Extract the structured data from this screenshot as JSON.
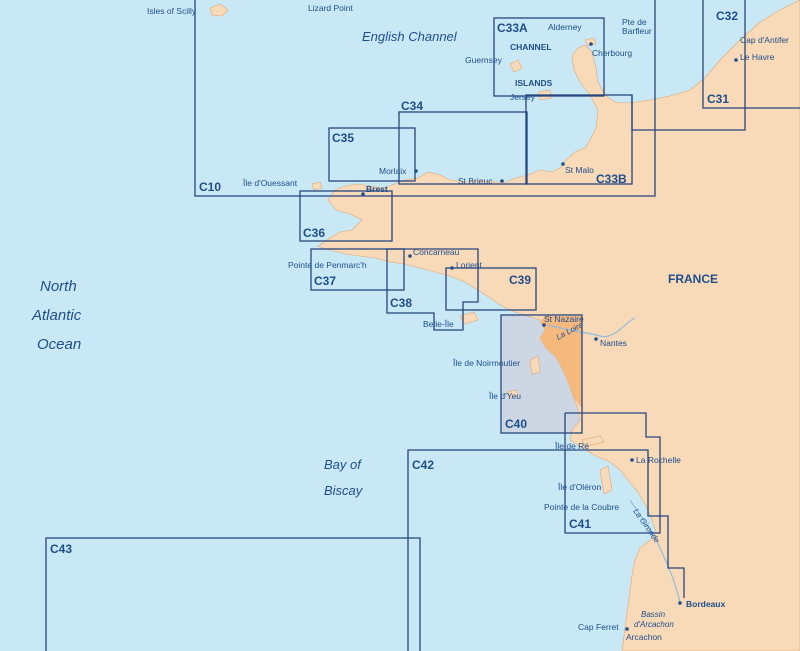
{
  "sea_labels": {
    "english_channel": "English Channel",
    "north_atlantic_1": "North",
    "north_atlantic_2": "Atlantic",
    "north_atlantic_3": "Ocean",
    "bay_of_biscay_1": "Bay of",
    "bay_of_biscay_2": "Biscay"
  },
  "country": "FRANCE",
  "regions": {
    "channel": "CHANNEL",
    "islands": "ISLANDS"
  },
  "places": {
    "isles_of_scilly": "Isles of Scilly",
    "lizard_point": "Lizard Point",
    "alderney": "Alderney",
    "pte_de_barfleur_1": "Pte de",
    "pte_de_barfleur_2": "Barfleur",
    "cherbourg": "Cherbourg",
    "guernsey": "Guernsey",
    "jersey": "Jersey",
    "cap_dantifer": "Cap d'Antifer",
    "le_havre": "Le Havre",
    "ile_douessant": "Île d'Ouessant",
    "brest": "Brest",
    "morlaix": "Morlaix",
    "st_brieuc": "St Brieuc",
    "st_malo": "St Malo",
    "pointe_de_penmarch": "Pointe de Penmarc'h",
    "concarneau": "Concarneau",
    "lorient": "Lorient",
    "belle_ile": "Belle-Île",
    "st_nazaire": "St Nazaire",
    "nantes": "Nantes",
    "ile_de_noirmoutier": "Île de Noirmoutier",
    "ile_dyeu": "Île d'Yeu",
    "ile_de_re": "Île de Ré",
    "la_rochelle": "La Rochelle",
    "ile_doleron": "Île d'Oléron",
    "pointe_de_la_coubre": "Pointe de la Coubre",
    "bordeaux": "Bordeaux",
    "bassin_1": "Bassin",
    "bassin_2": "d'Arcachon",
    "cap_ferret": "Cap Ferret",
    "arcachon": "Arcachon"
  },
  "rivers": {
    "la_loire": "La Loire",
    "la_gironde": "La Gironde"
  },
  "charts": {
    "c10": "C10",
    "c31": "C31",
    "c32": "C32",
    "c33a": "C33A",
    "c33b": "C33B",
    "c34": "C34",
    "c35": "C35",
    "c36": "C36",
    "c37": "C37",
    "c38": "C38",
    "c39": "C39",
    "c40": "C40",
    "c41": "C41",
    "c42": "C42",
    "c43": "C43"
  },
  "colors": {
    "sea": "#c9e8f5",
    "land": "#f8d9b8",
    "highlighted_land": "#f5b97e",
    "highlighted_chart": "#cdd7e3",
    "chart_outline": "#27467f",
    "label": "#1f4e8c"
  }
}
